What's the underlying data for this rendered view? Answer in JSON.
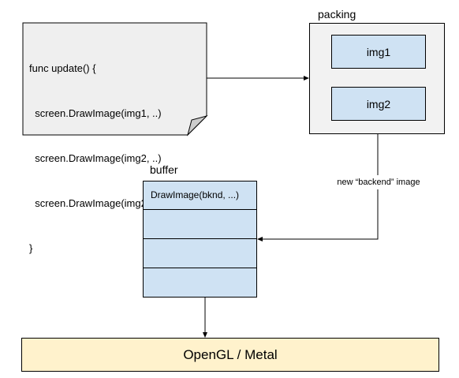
{
  "code_block": {
    "lines": [
      "func update() {",
      "  screen.DrawImage(img1, ..)",
      "  screen.DrawImage(img2, ..)",
      "  screen.DrawImage(img2, ..)",
      "}"
    ]
  },
  "packing": {
    "label": "packing",
    "images": [
      "img1",
      "img2"
    ]
  },
  "buffer": {
    "label": "buffer",
    "slots": [
      "DrawImage(bknd, ...)",
      "",
      "",
      ""
    ]
  },
  "edges": {
    "packing_to_buffer_label": "new “backend” image"
  },
  "backend": {
    "label": "OpenGL / Metal"
  },
  "colors": {
    "note_fill": "#efefef",
    "packing_fill": "#f2f2f2",
    "image_fill": "#cfe2f3",
    "buffer_fill": "#cfe2f3",
    "backend_fill": "#fff2cc",
    "stroke": "#000000"
  }
}
